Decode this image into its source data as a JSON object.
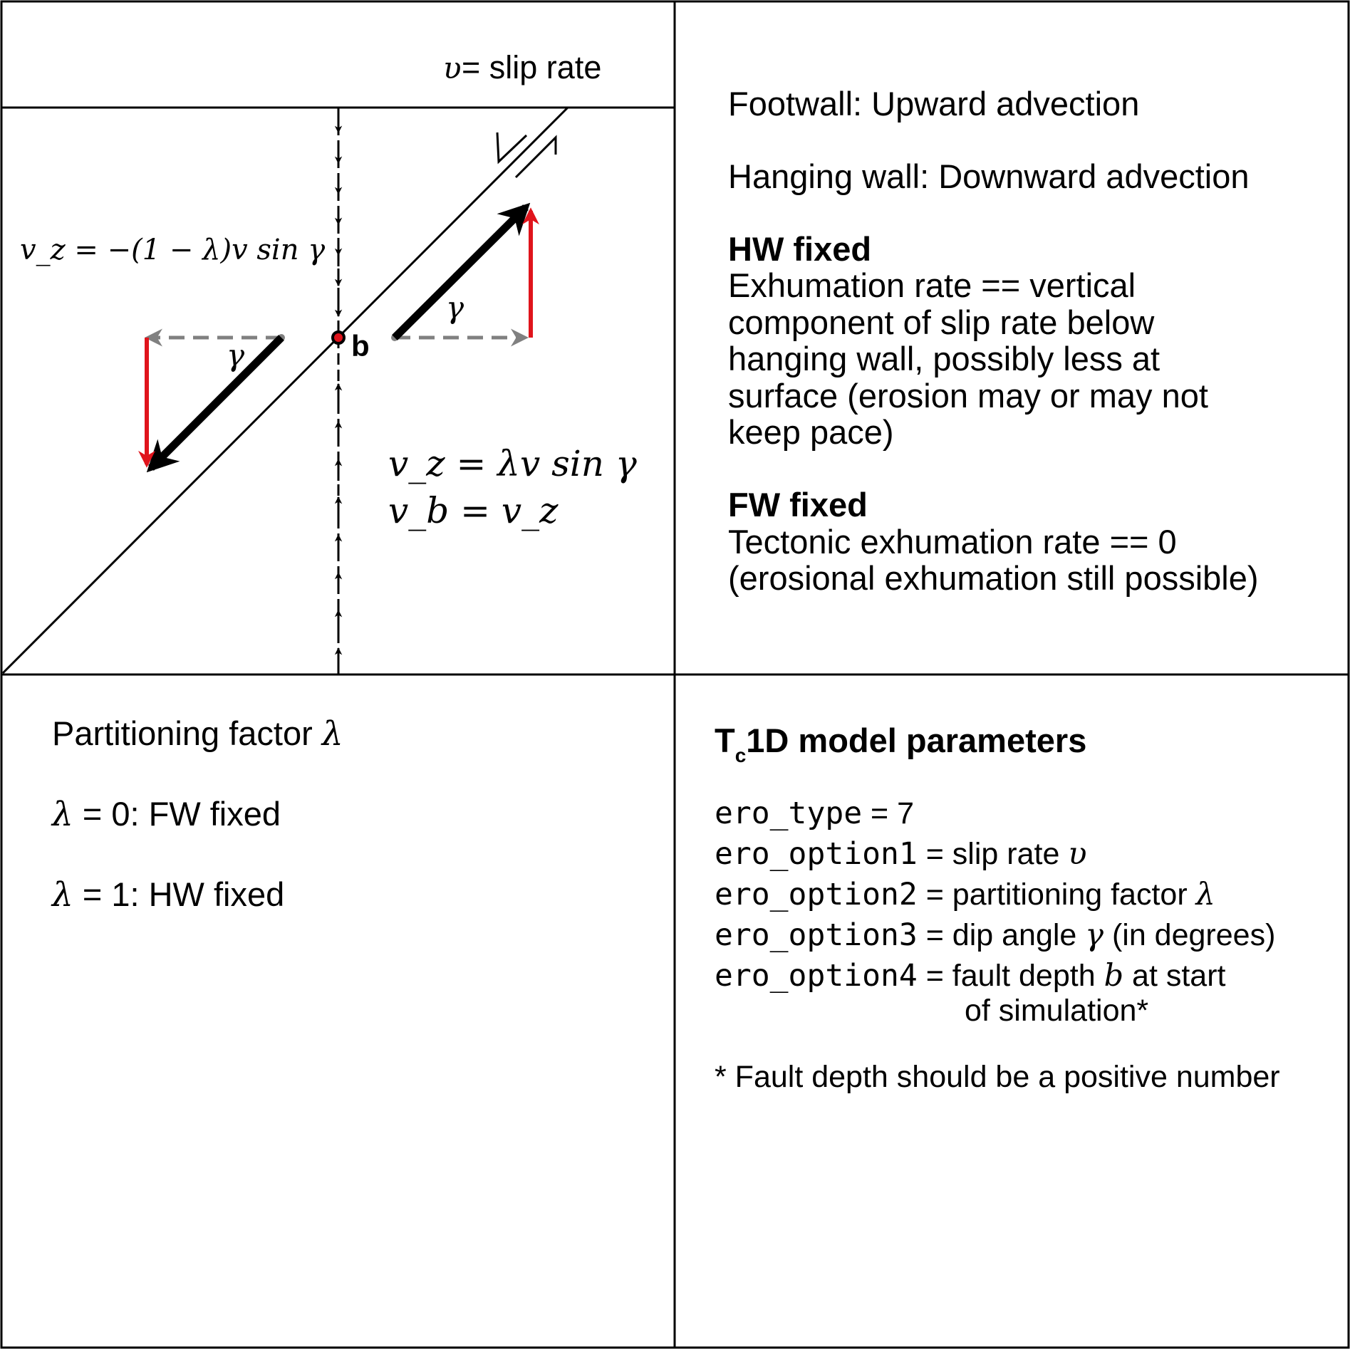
{
  "diagram": {
    "slip_rate_symbol": "υ",
    "slip_rate_label": " = slip rate",
    "point_label": "b",
    "angle_symbol": "γ",
    "eq_hw": "v_z = −(1 − λ)v sin γ",
    "eq_fw_1": "v_z = λv sin γ",
    "eq_fw_2": "v_b = v_z"
  },
  "notes": {
    "footwall": "Footwall: Upward advection",
    "hanging_wall": "Hanging wall: Downward advection",
    "hw_fixed_title": "HW fixed",
    "hw_fixed_lines": [
      "Exhumation rate == vertical",
      "component of slip rate below",
      "hanging wall, possibly less at",
      "surface (erosion may or may not",
      "keep pace)"
    ],
    "fw_fixed_title": "FW fixed",
    "fw_fixed_lines": [
      "Tectonic exhumation rate == 0",
      "(erosional exhumation still possible)"
    ]
  },
  "partitioning": {
    "title": "Partitioning factor ",
    "symbol": "λ",
    "line1": " = 0: FW fixed",
    "line2": " = 1: HW fixed"
  },
  "parameters": {
    "title_prefix": "T",
    "title_sub": "c",
    "title_rest": "1D model parameters",
    "rows": [
      {
        "name": "ero_type",
        "eq": " = ",
        "text": "7",
        "sym": ""
      },
      {
        "name": "ero_option1",
        "eq": " = ",
        "text": "slip rate ",
        "sym": "υ"
      },
      {
        "name": "ero_option2",
        "eq": " = ",
        "text": "partitioning factor ",
        "sym": "λ"
      },
      {
        "name": "ero_option3",
        "eq": " = ",
        "text": "dip angle ",
        "sym": "γ",
        "after": " (in degrees)"
      },
      {
        "name": "ero_option4",
        "eq": " = ",
        "text": "fault depth ",
        "sym": "b",
        "after": " at start"
      }
    ],
    "continuation": "of simulation*",
    "footnote": "* Fault depth should be a positive number"
  }
}
